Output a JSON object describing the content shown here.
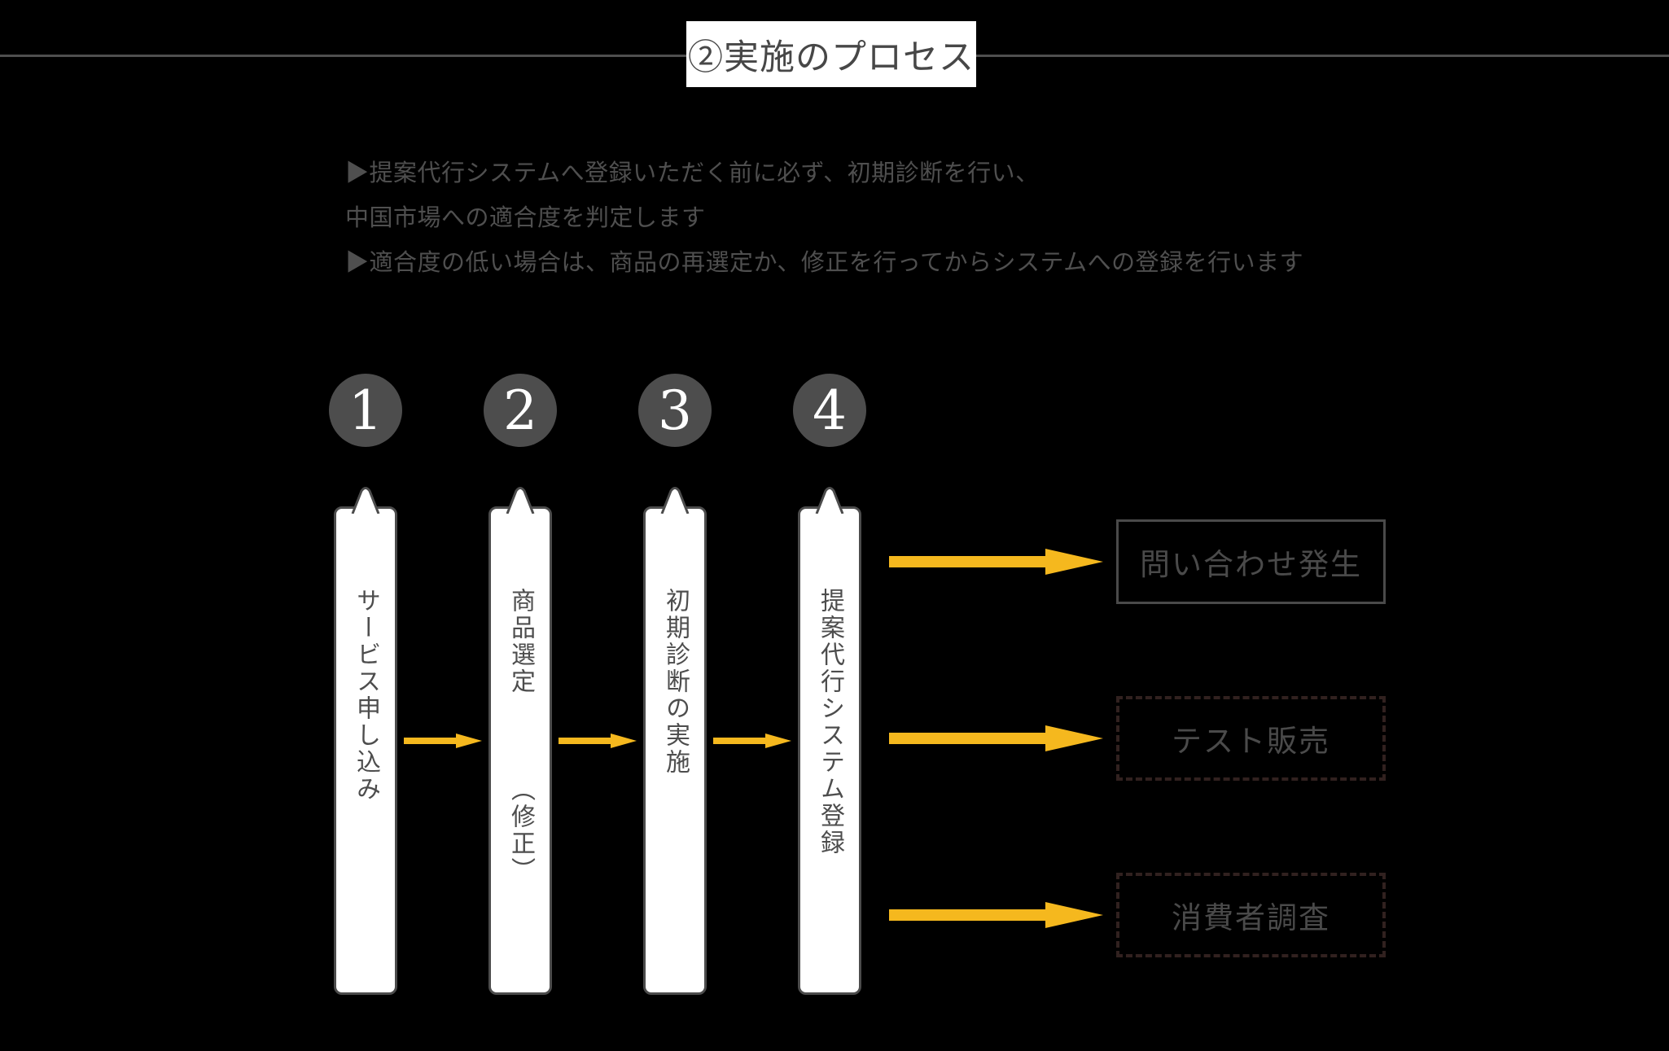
{
  "header": {
    "title": "②実施のプロセス"
  },
  "notes": {
    "lines": [
      "▶提案代行システムへ登録いただく前に必ず、初期診断を行い、",
      "中国市場への適合度を判定します",
      "▶適合度の低い場合は、商品の再選定か、修正を行ってからシステムへの登録を行います"
    ]
  },
  "process": {
    "steps": [
      {
        "number": "1",
        "label": "サービス申し込み",
        "sub_label": ""
      },
      {
        "number": "2",
        "label": "商品選定",
        "sub_label": "（修正）"
      },
      {
        "number": "3",
        "label": "初期診断の実施",
        "sub_label": ""
      },
      {
        "number": "4",
        "label": "提案代行システム登録",
        "sub_label": ""
      }
    ]
  },
  "outcomes": [
    {
      "label": "問い合わせ発生",
      "border_style": "solid"
    },
    {
      "label": "テスト販売",
      "border_style": "dashed"
    },
    {
      "label": "消費者調査",
      "border_style": "dashed"
    }
  ],
  "colors": {
    "background": "#000000",
    "arrow_orange": "#F5B81E",
    "text_gray": "#4f4f4f",
    "circle_fill": "#4d4d4d",
    "circle_number": "#ffffff",
    "box_fill": "#ffffff",
    "box_border_gray": "#4c4c4c",
    "outcome_solid_border": "#4a4a4a",
    "outcome_dashed_border": "#31211f"
  }
}
